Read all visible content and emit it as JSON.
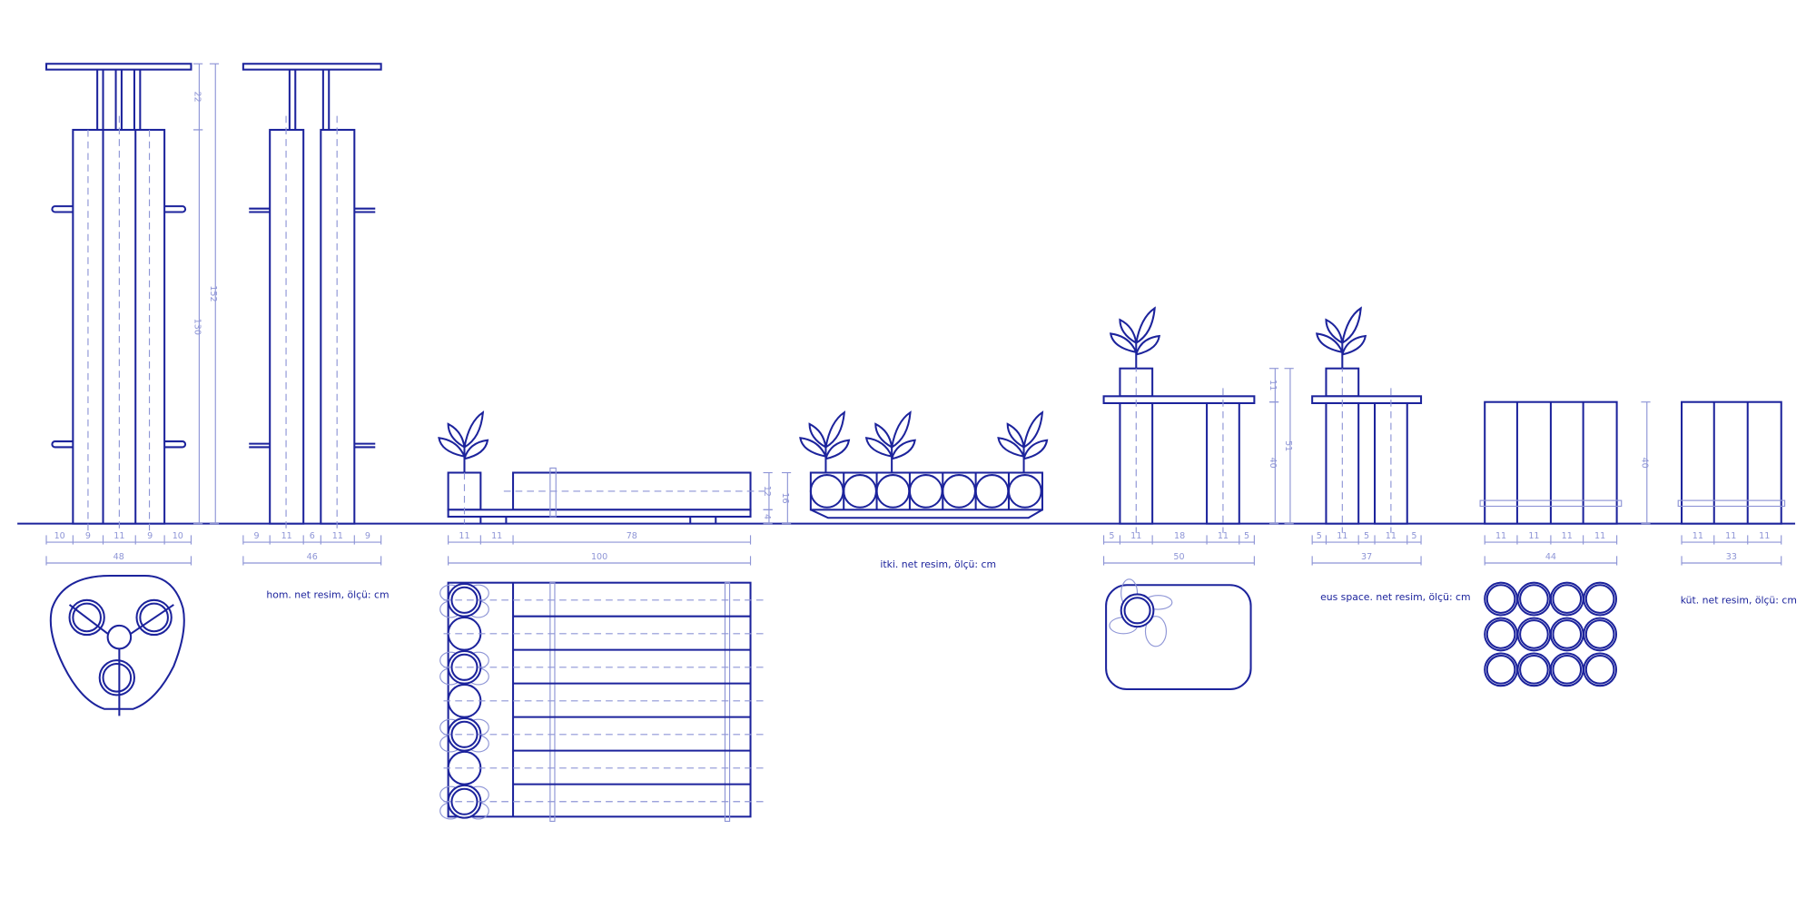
{
  "colors": {
    "line": "#1c239c",
    "light": "#8e95d6"
  },
  "captions": {
    "hom": "hom. net resim, ölçü: cm",
    "itki": "itki. net resim, ölçü: cm",
    "eus": "eus space. net resim, ölçü: cm",
    "kut": "küt. net resim, ölçü: cm"
  },
  "dimensions": {
    "hom1": {
      "segments": [
        "10",
        "9",
        "11",
        "9",
        "10"
      ],
      "total": "48",
      "heights": [
        "22",
        "130",
        "152"
      ]
    },
    "hom2": {
      "segments": [
        "9",
        "11",
        "6",
        "11",
        "9"
      ],
      "total": "46"
    },
    "bench": {
      "segments": [
        "11",
        "11",
        "78"
      ],
      "total": "100",
      "heights": [
        "12",
        "16",
        "4"
      ]
    },
    "eus1": {
      "segments": [
        "5",
        "11",
        "18",
        "11",
        "5"
      ],
      "total": "50",
      "heights": [
        "11",
        "40",
        "51"
      ]
    },
    "eus2": {
      "segments": [
        "5",
        "11",
        "5",
        "11",
        "5"
      ],
      "total": "37"
    },
    "kut1": {
      "segments": [
        "11",
        "11",
        "11",
        "11"
      ],
      "total": "44",
      "heights": [
        "40"
      ]
    },
    "kut2": {
      "segments": [
        "11",
        "11",
        "11"
      ],
      "total": "33"
    }
  }
}
